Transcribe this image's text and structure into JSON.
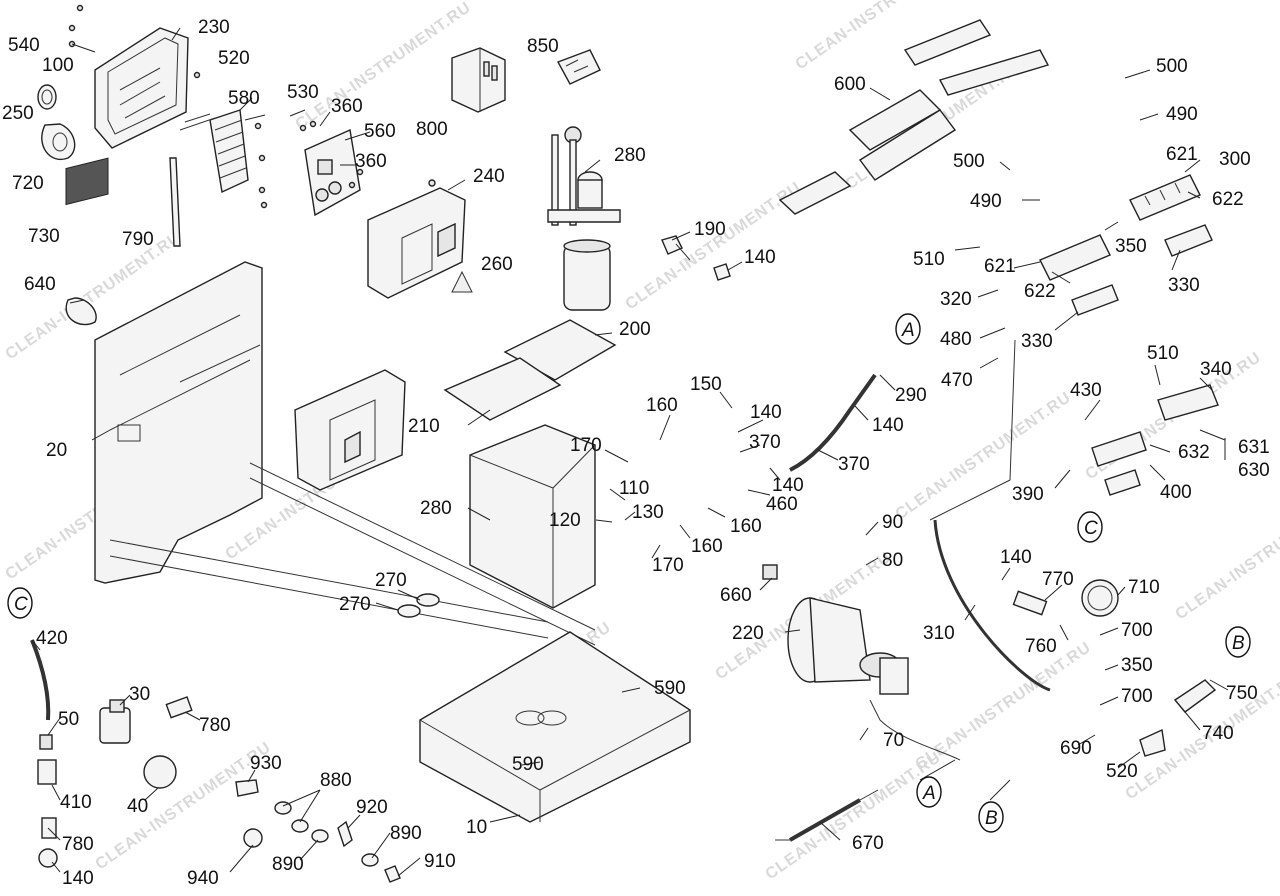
{
  "watermark": "CLEAN-INSTRUMENT.RU",
  "labels": {
    "l540": "540",
    "l100": "100",
    "l230": "230",
    "l520a": "520",
    "l250": "250",
    "l720": "720",
    "l730": "730",
    "l790": "790",
    "l580": "580",
    "l530": "530",
    "l360a": "360",
    "l560": "560",
    "l360b": "360",
    "l800": "800",
    "l850": "850",
    "l240": "240",
    "l260": "260",
    "l280a": "280",
    "l190": "190",
    "l140a": "140",
    "l200": "200",
    "l210": "210",
    "l600": "600",
    "l500a": "500",
    "l490a": "490",
    "l500b": "500",
    "l490b": "490",
    "l621a": "621",
    "l300": "300",
    "l622a": "622",
    "l510a": "510",
    "l621b": "621",
    "l350a": "350",
    "l330a": "330",
    "l622b": "622",
    "l320": "320",
    "l330b": "330",
    "l480": "480",
    "l470": "470",
    "l640": "640",
    "l20": "20",
    "l290": "290",
    "l150": "150",
    "l160a": "160",
    "l140b": "140",
    "l140c": "140",
    "l170a": "170",
    "l370a": "370",
    "l370b": "370",
    "l140d": "140",
    "l510b": "510",
    "l340": "340",
    "l430": "430",
    "l631": "631",
    "l632": "632",
    "l630": "630",
    "l400": "400",
    "l390": "390",
    "l280b": "280",
    "l110": "110",
    "l120": "120",
    "l130": "130",
    "l460": "460",
    "l160b": "160",
    "l160c": "160",
    "l170b": "170",
    "l90": "90",
    "l80": "80",
    "l660": "660",
    "l220": "220",
    "l270a": "270",
    "l270b": "270",
    "l140e": "140",
    "l770": "770",
    "l710": "710",
    "l310": "310",
    "l760": "760",
    "l700a": "700",
    "l350b": "350",
    "l700b": "700",
    "l750": "750",
    "l740": "740",
    "l690": "690",
    "l520b": "520",
    "l420": "420",
    "l30": "30",
    "l780a": "780",
    "l50": "50",
    "l590a": "590",
    "l590b": "590",
    "l70": "70",
    "l410": "410",
    "l40": "40",
    "l930": "930",
    "l880": "880",
    "l920": "920",
    "l890a": "890",
    "l780b": "780",
    "l10": "10",
    "l670": "670",
    "l140f": "140",
    "l940": "940",
    "l890b": "890",
    "l910": "910"
  },
  "connectors": {
    "a_top": "A",
    "a_bottom": "A",
    "b_right": "B",
    "b_bottom": "B",
    "c_left": "C",
    "c_mid": "C"
  }
}
